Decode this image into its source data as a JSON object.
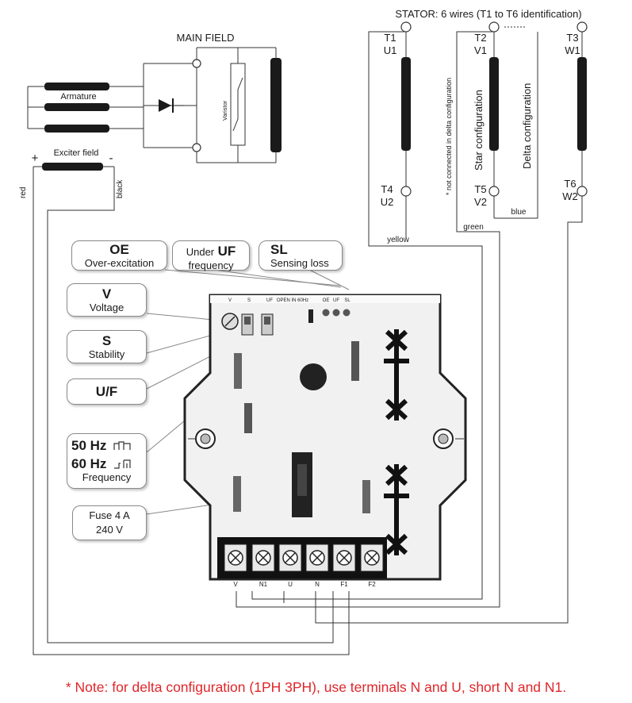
{
  "stator": {
    "title": "STATOR: 6 wires (T1 to T6 identification)",
    "t1": "T1",
    "u1": "U1",
    "t4": "T4",
    "u2": "U2",
    "t2": "T2",
    "v1": "V1",
    "t5": "T5",
    "v2": "V2",
    "t3": "T3",
    "w1": "W1",
    "t6": "T6",
    "w2": "W2",
    "not_connected": "* not connected in delta configuration",
    "star": "Star configuration",
    "delta": "Delta configuration",
    "yellow": "yellow",
    "green": "green",
    "blue": "blue"
  },
  "rotor": {
    "main_field": "MAIN FIELD",
    "armature": "Armature",
    "varistor": "Varistor",
    "exciter_field": "Exciter field",
    "plus": "+",
    "minus": "-",
    "red": "red",
    "black": "black"
  },
  "callouts": {
    "oe_big": "OE",
    "oe_small": "Over-excitation",
    "uf_under": "Under",
    "uf_big": "UF",
    "uf_small": "frequency",
    "sl_big": "SL",
    "sl_small": "Sensing loss",
    "v_big": "V",
    "v_small": "Voltage",
    "s_big": "S",
    "s_small": "Stability",
    "uf2_big": "U/F",
    "hz50": "50 Hz",
    "hz60": "60 Hz",
    "freq": "Frequency",
    "fuse1": "Fuse 4 A",
    "fuse2": "240 V"
  },
  "board": {
    "top_labels": [
      "V",
      "S",
      "UF",
      "OPEN IN 60Hz",
      "OE",
      "UF",
      "SL"
    ],
    "terminals": [
      "V",
      "N1",
      "U",
      "N",
      "F1",
      "F2"
    ]
  },
  "note": "* Note: for delta configuration (1PH 3PH), use terminals N and U, short N and N1."
}
